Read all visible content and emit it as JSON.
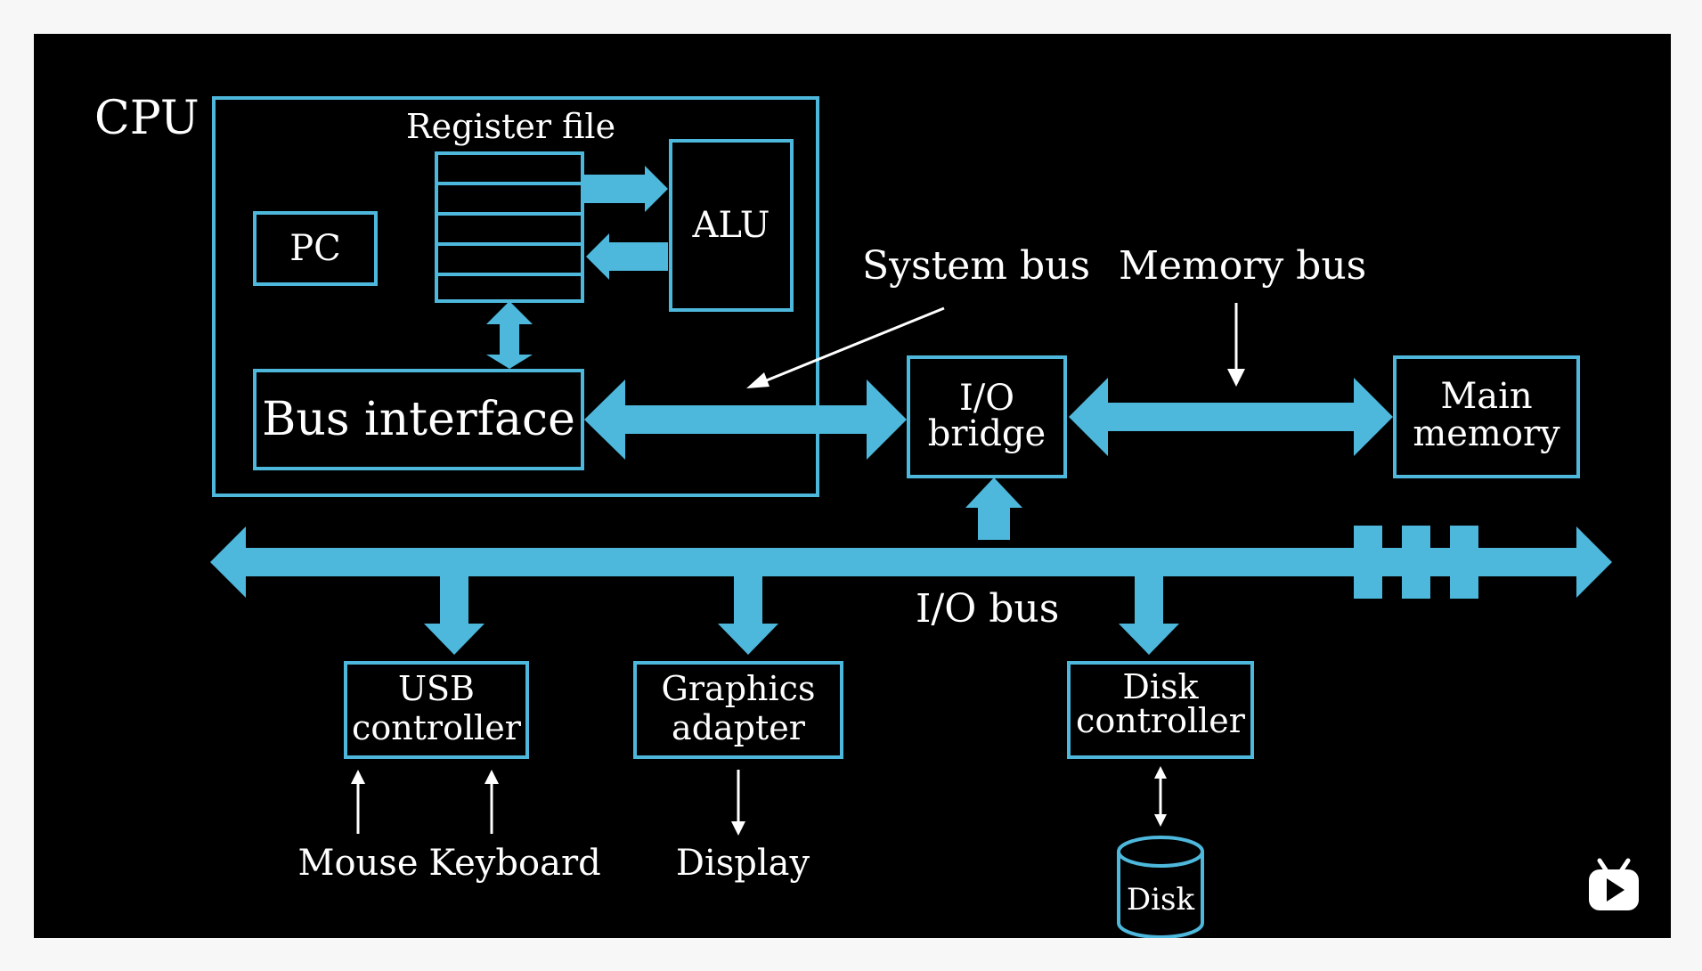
{
  "diagram": {
    "cpu_label": "CPU",
    "register_file_label": "Register file",
    "pc_label": "PC",
    "alu_label": "ALU",
    "bus_interface_label": "Bus interface",
    "system_bus_label": "System bus",
    "memory_bus_label": "Memory bus",
    "io_bridge_label": [
      "I/O",
      "bridge"
    ],
    "main_memory_label": [
      "Main",
      "memory"
    ],
    "io_bus_label": "I/O bus",
    "usb_controller_label": [
      "USB",
      "controller"
    ],
    "graphics_adapter_label": [
      "Graphics",
      "adapter"
    ],
    "disk_controller_label": [
      "Disk",
      "controller"
    ],
    "mouse_label": "Mouse",
    "keyboard_label": "Keyboard",
    "display_label": "Display",
    "disk_label": "Disk"
  },
  "colors": {
    "background": "#000000",
    "accent": "#4db8dc",
    "text": "#ffffff"
  },
  "icons": {
    "video_player": "video-player-icon"
  }
}
